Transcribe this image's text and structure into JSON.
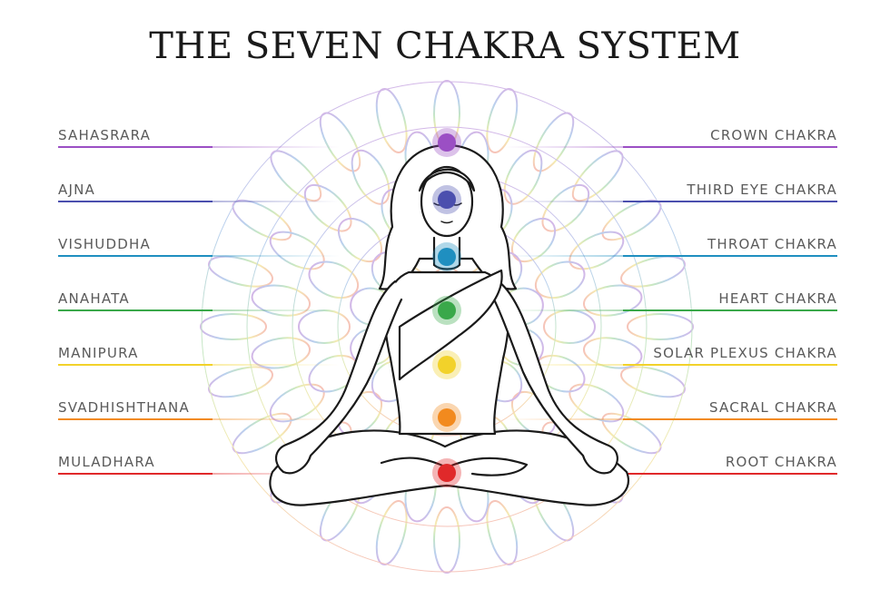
{
  "title": "THE SEVEN CHAKRA SYSTEM",
  "chakras": [
    {
      "sanskrit": "SAHASRARA",
      "english": "CROWN CHAKRA",
      "color": "#9b4fc4"
    },
    {
      "sanskrit": "AJNA",
      "english": "THIRD EYE CHAKRA",
      "color": "#4b4fae"
    },
    {
      "sanskrit": "VISHUDDHA",
      "english": "THROAT CHAKRA",
      "color": "#1f8fc0"
    },
    {
      "sanskrit": "ANAHATA",
      "english": "HEART CHAKRA",
      "color": "#3aa84a"
    },
    {
      "sanskrit": "MANIPURA",
      "english": "SOLAR PLEXUS CHAKRA",
      "color": "#f2d22a"
    },
    {
      "sanskrit": "SVADHISHTHANA",
      "english": "SACRAL CHAKRA",
      "color": "#f28a1e"
    },
    {
      "sanskrit": "MULADHARA",
      "english": "ROOT CHAKRA",
      "color": "#e0292a"
    }
  ],
  "icons": {
    "figure": "meditating-woman-icon",
    "mandala": "mandala-icon"
  }
}
